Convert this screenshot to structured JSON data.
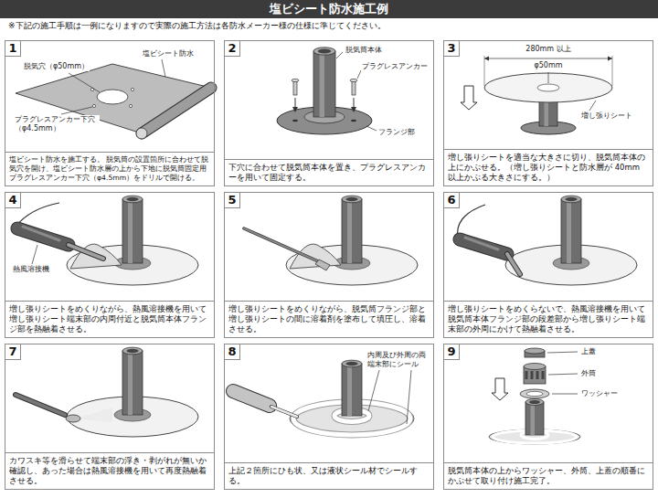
{
  "diagram": {
    "title": "塩ビシート防水施工例",
    "nodes": [
      {
        "text": [
          "1",
          "塩ビシート防水を施工する。 脱気筒の設置箇所に合わせて脱気穴を開け、塩ビシート防水層の上から下地に脱気筒固定用プラグレスアンカー下穴（φ4.5mm）をドリルで開ける。"
        ]
      },
      {
        "text": [
          "2",
          "下穴に合わせて脱気筒本体を置き、プラグレスアンカーを用いて固定する。"
        ]
      },
      {
        "text": [
          "3",
          "増し張りシートを適当な大きさに切り、脱気筒本体の上にかぶせる。（増し張りシートと防水層が 40mm 以上かぶる大きさにする。）"
        ]
      },
      {
        "text": [
          "4",
          "増し張りシートをめくりながら、熱風溶接機を用いて増し張りシート端末部の内周付近と脱気筒本体フランジ部を熱融着させる。"
        ]
      },
      {
        "text": [
          "5",
          "増し張りシートをめくりながら、脱気筒フランジ部と増し張りシートの間に溶着剤を塗布して填圧し、溶着させる。"
        ]
      },
      {
        "text": [
          "6",
          "増し張りシートをめくらないで、熱風溶接機を用いて脱気筒本体フランジ部の段差部から増し張りシート端末部の外周にかけて熱融着させる。"
        ]
      },
      {
        "text": [
          "7",
          "カワスキ等を滑らせて端末部の浮き・剥がれが無いか確認し、あった場合は熱風溶接機を用いて再度熱融着させる。"
        ]
      },
      {
        "text": [
          "8",
          "上記２箇所にひも状、又は液状シール材でシールする。"
        ]
      },
      {
        "text": [
          "9",
          "脱気筒本体の上からワッシャー、外筒、上蓋の順番にかぶせて取り付け施工完了。"
        ]
      }
    ],
    "labels": [
      "※下記の施工手順は一例になりますので実際の施工方法は各防水メーカー様の仕様に準じてください。",
      "塩ビシート防水",
      "脱気穴（φ50mm）",
      "プラグレスアンカー下穴（φ4.5mm）",
      "脱気筒本体",
      "プラグレスアンカー",
      "フランジ部",
      "280mm 以上",
      "φ50mm",
      "増し張りシート",
      "熱風溶接機",
      "内周及び外周の両端末部にシール",
      "上蓋",
      "外筒",
      "ワッシャー"
    ]
  }
}
